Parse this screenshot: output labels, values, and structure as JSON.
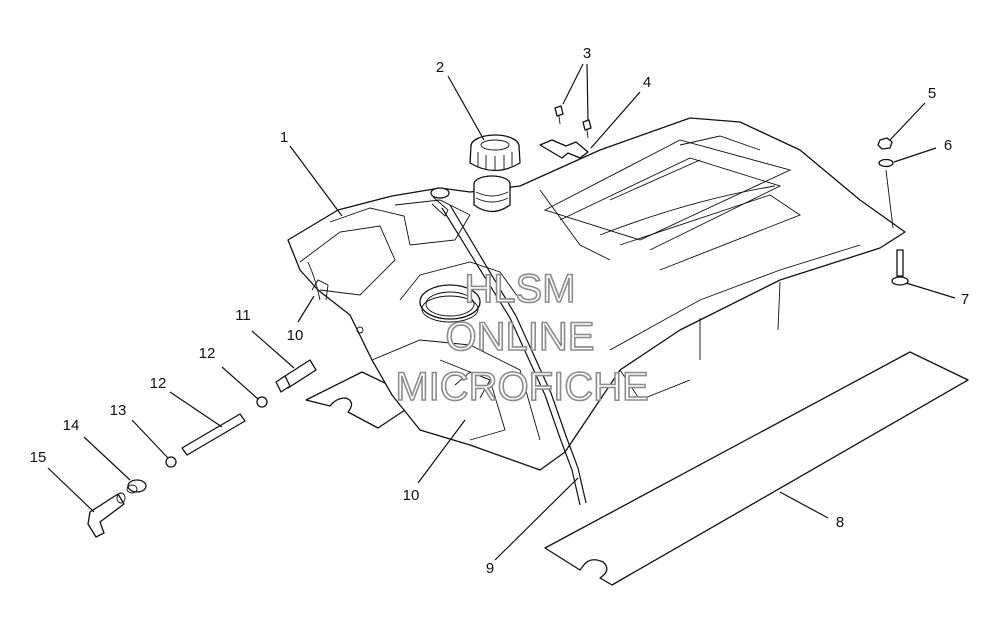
{
  "callouts": [
    {
      "id": "c1",
      "label": "1"
    },
    {
      "id": "c2",
      "label": "2"
    },
    {
      "id": "c3",
      "label": "3"
    },
    {
      "id": "c4",
      "label": "4"
    },
    {
      "id": "c5",
      "label": "5"
    },
    {
      "id": "c6",
      "label": "6"
    },
    {
      "id": "c7",
      "label": "7"
    },
    {
      "id": "c8",
      "label": "8"
    },
    {
      "id": "c9",
      "label": "9"
    },
    {
      "id": "c10a",
      "label": "10"
    },
    {
      "id": "c10b",
      "label": "10"
    },
    {
      "id": "c11",
      "label": "11"
    },
    {
      "id": "c12a",
      "label": "12"
    },
    {
      "id": "c12b",
      "label": "12"
    },
    {
      "id": "c13",
      "label": "13"
    },
    {
      "id": "c14",
      "label": "14"
    },
    {
      "id": "c15",
      "label": "15"
    }
  ],
  "watermark": {
    "line1": "HLSM",
    "line2": "ONLINE",
    "line3": "MICROFICHE"
  }
}
